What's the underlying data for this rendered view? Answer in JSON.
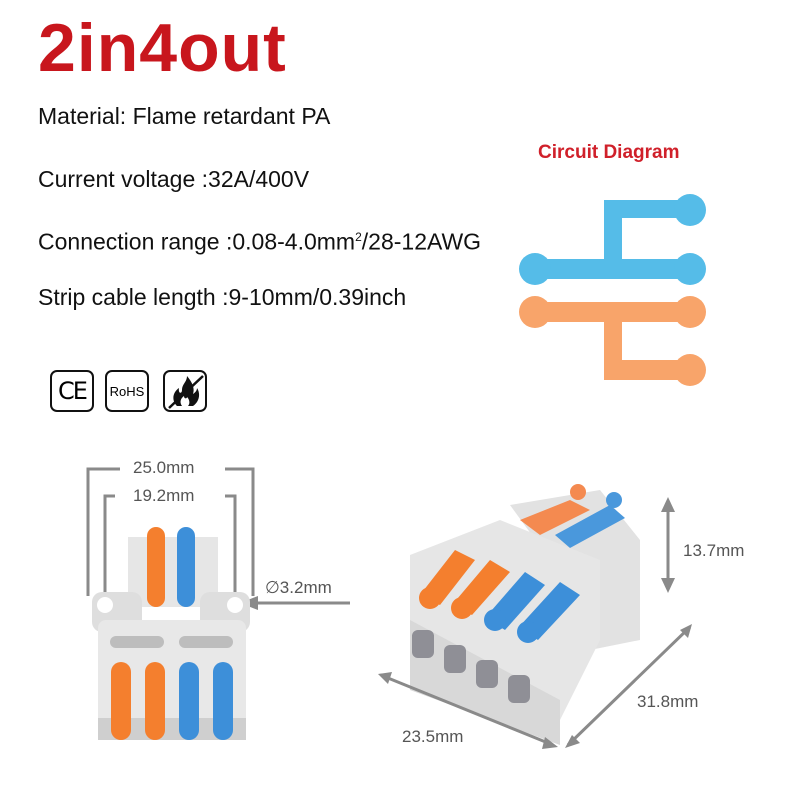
{
  "header": {
    "title": "2in4out"
  },
  "specs": [
    {
      "label": "Material: Flame retardant PA"
    },
    {
      "label": "Current voltage :32A/400V"
    },
    {
      "label_prefix": "Connection range :0.08-4.0mm",
      "superscript": "2",
      "label_suffix": "/28-12AWG"
    },
    {
      "label": "Strip cable length :9-10mm/0.39inch"
    }
  ],
  "circuit": {
    "title": "Circuit Diagram",
    "colors": {
      "input_a": "#55bce8",
      "input_b": "#f8a46a",
      "title": "#d0202a"
    }
  },
  "certifications": [
    {
      "icon": "ce-mark-icon",
      "label": "CE"
    },
    {
      "icon": "rohs-icon",
      "label": "RoHS"
    },
    {
      "icon": "no-fire-icon",
      "label": ""
    }
  ],
  "dimensions": {
    "outer_width": "25.0mm",
    "hole_spacing": "19.2mm",
    "hole_diameter": "∅3.2mm",
    "height": "13.7mm",
    "depth": "31.8mm",
    "width": "23.5mm"
  },
  "colors": {
    "title": "#c8161d",
    "orange_lever": "#f47f2e",
    "blue_lever": "#3d8fd9",
    "body": "#e4e4e4",
    "dim_line": "#8a8a8a"
  }
}
